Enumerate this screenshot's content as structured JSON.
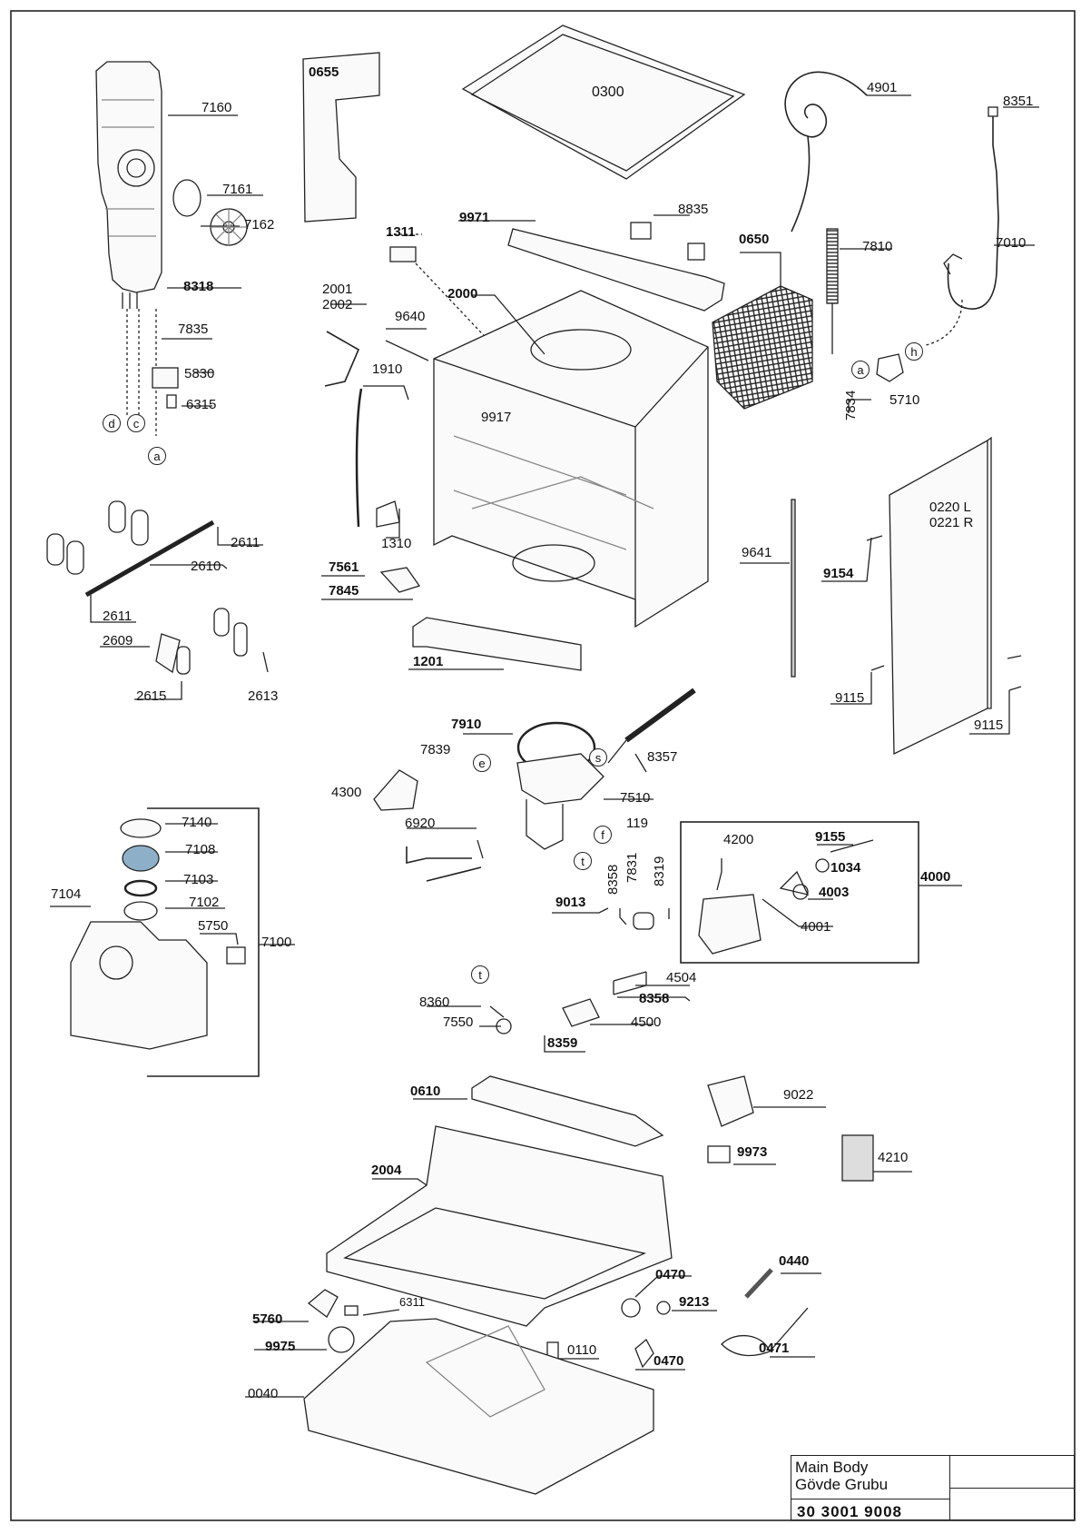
{
  "labels": [
    {
      "id": "p7160",
      "text": "7160"
    },
    {
      "id": "p0655",
      "text": "0655"
    },
    {
      "id": "p0300",
      "text": "0300"
    },
    {
      "id": "p4901",
      "text": "4901"
    },
    {
      "id": "p8351",
      "text": "8351"
    },
    {
      "id": "p7161",
      "text": "7161"
    },
    {
      "id": "p7162",
      "text": "7162"
    },
    {
      "id": "p9971",
      "text": "9971"
    },
    {
      "id": "p8835",
      "text": "8835"
    },
    {
      "id": "p1311",
      "text": "1311"
    },
    {
      "id": "p0650",
      "text": "0650"
    },
    {
      "id": "p7810",
      "text": "7810"
    },
    {
      "id": "p7010",
      "text": "7010"
    },
    {
      "id": "p8318",
      "text": "8318"
    },
    {
      "id": "p2001",
      "text": "2001"
    },
    {
      "id": "p2002",
      "text": "2002"
    },
    {
      "id": "p2000",
      "text": "2000"
    },
    {
      "id": "p9640",
      "text": "9640"
    },
    {
      "id": "p7835",
      "text": "7835"
    },
    {
      "id": "p1910",
      "text": "1910"
    },
    {
      "id": "p5830",
      "text": "5830"
    },
    {
      "id": "p9917",
      "text": "9917"
    },
    {
      "id": "p6315",
      "text": "6315"
    },
    {
      "id": "p5710",
      "text": "5710"
    },
    {
      "id": "p7834",
      "text": "7834"
    },
    {
      "id": "p0220",
      "text": "0220 L"
    },
    {
      "id": "p0221",
      "text": "0221 R"
    },
    {
      "id": "p2611a",
      "text": "2611"
    },
    {
      "id": "p1310",
      "text": "1310"
    },
    {
      "id": "p9641",
      "text": "9641"
    },
    {
      "id": "p2610",
      "text": "2610"
    },
    {
      "id": "p9154",
      "text": "9154"
    },
    {
      "id": "p7561",
      "text": "7561"
    },
    {
      "id": "p7845",
      "text": "7845"
    },
    {
      "id": "p2611b",
      "text": "2611"
    },
    {
      "id": "p2609",
      "text": "2609"
    },
    {
      "id": "p1201",
      "text": "1201"
    },
    {
      "id": "p2615",
      "text": "2615"
    },
    {
      "id": "p2613",
      "text": "2613"
    },
    {
      "id": "p9115a",
      "text": "9115"
    },
    {
      "id": "p9115b",
      "text": "9115"
    },
    {
      "id": "p7910",
      "text": "7910"
    },
    {
      "id": "p7839",
      "text": "7839"
    },
    {
      "id": "p8357",
      "text": "8357"
    },
    {
      "id": "p4300",
      "text": "4300"
    },
    {
      "id": "p7510",
      "text": "7510"
    },
    {
      "id": "p6920",
      "text": "6920"
    },
    {
      "id": "p119",
      "text": "119"
    },
    {
      "id": "p7140",
      "text": "7140"
    },
    {
      "id": "p4200",
      "text": "4200"
    },
    {
      "id": "p9155",
      "text": "9155"
    },
    {
      "id": "p7108",
      "text": "7108"
    },
    {
      "id": "p1034",
      "text": "1034"
    },
    {
      "id": "p4000",
      "text": "4000"
    },
    {
      "id": "p7103",
      "text": "7103"
    },
    {
      "id": "p8358v",
      "text": "8358"
    },
    {
      "id": "p7831",
      "text": "7831"
    },
    {
      "id": "p8319",
      "text": "8319"
    },
    {
      "id": "p4003",
      "text": "4003"
    },
    {
      "id": "p7104",
      "text": "7104"
    },
    {
      "id": "p7102",
      "text": "7102"
    },
    {
      "id": "p9013",
      "text": "9013"
    },
    {
      "id": "p4001",
      "text": "4001"
    },
    {
      "id": "p5750",
      "text": "5750"
    },
    {
      "id": "p7100",
      "text": "7100"
    },
    {
      "id": "p4504",
      "text": "4504"
    },
    {
      "id": "p8358",
      "text": "8358"
    },
    {
      "id": "p8360",
      "text": "8360"
    },
    {
      "id": "p7550",
      "text": "7550"
    },
    {
      "id": "p4500",
      "text": "4500"
    },
    {
      "id": "p8359",
      "text": "8359"
    },
    {
      "id": "p0610",
      "text": "0610"
    },
    {
      "id": "p9022",
      "text": "9022"
    },
    {
      "id": "p9973",
      "text": "9973"
    },
    {
      "id": "p4210",
      "text": "4210"
    },
    {
      "id": "p2004",
      "text": "2004"
    },
    {
      "id": "p0440",
      "text": "0440"
    },
    {
      "id": "p0470a",
      "text": "0470"
    },
    {
      "id": "p9213",
      "text": "9213"
    },
    {
      "id": "p6311",
      "text": "6311"
    },
    {
      "id": "p5760",
      "text": "5760"
    },
    {
      "id": "p9975",
      "text": "9975"
    },
    {
      "id": "p0110",
      "text": "0110"
    },
    {
      "id": "p0470b",
      "text": "0470"
    },
    {
      "id": "p0471",
      "text": "0471"
    },
    {
      "id": "p0040",
      "text": "0040"
    }
  ],
  "callouts": [
    "d",
    "c",
    "a",
    "h",
    "a",
    "e",
    "s",
    "f",
    "t",
    "t"
  ],
  "title_block": {
    "name_en": "Main Body",
    "name_tr": "Gövde Grubu",
    "part_number": "30 3001 9008"
  }
}
